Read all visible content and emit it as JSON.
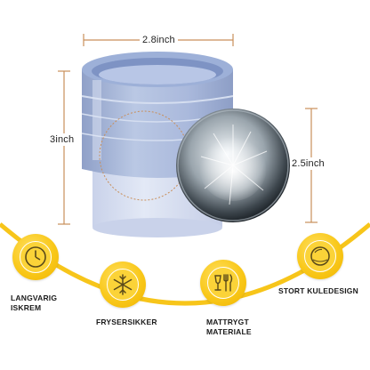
{
  "dimensions": {
    "width": "2.8inch",
    "height": "3inch",
    "ball_diameter": "2.5inch"
  },
  "features": [
    {
      "line1": "LANGVARIG",
      "line2": "ISKREM",
      "icon": "clock-icon"
    },
    {
      "line1": "FRYSERSIKKER",
      "line2": "",
      "icon": "snowflake-icon"
    },
    {
      "line1": "MATTRYGT",
      "line2": "MATERIALE",
      "icon": "food-safe-icon"
    },
    {
      "line1": "STORT KULEDESIGN",
      "line2": "",
      "icon": "ice-ball-icon"
    }
  ],
  "colors": {
    "mold": "#aab8d8",
    "accent_yellow": "#f7c51a",
    "dimension_line": "#c98f5a"
  }
}
